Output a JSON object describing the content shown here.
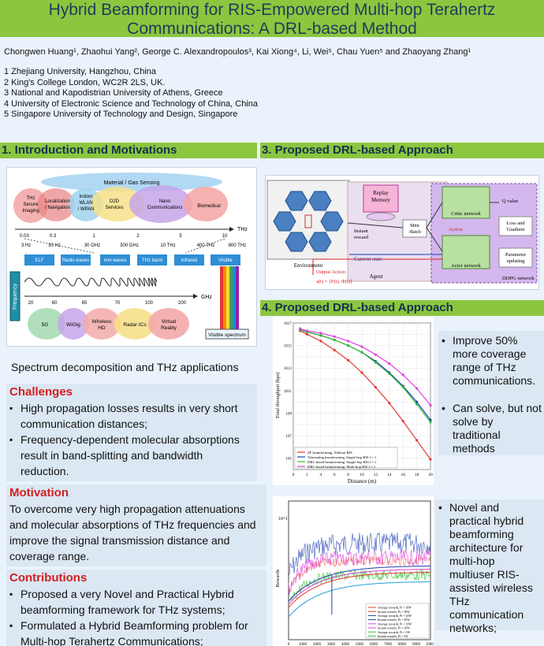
{
  "title": {
    "line1": "Hybrid Beamforming for RIS-Empowered Multi-hop Terahertz",
    "line2": "Communications: A DRL-based Method"
  },
  "authors": "Chongwen Huang¹, Zhaohui Yang², George C. Alexandropoulos³, Kai Xiong⁴, Li, Wei⁵, Chau Yuen⁵ and Zhaoyang Zhang¹",
  "affiliations": [
    "1 Zhejiang University, Hangzhou, China",
    "2 King's College London, WC2R 2LS, UK.",
    "3 National and Kapodistrian University of Athens, Greece",
    "4 University of Electronic Science and Technology of China, China",
    "5 Singapore University of Technology and Design, Singapore"
  ],
  "sections": {
    "s1": "1. Introduction  and  Motivations",
    "s3": "3. Proposed DRL-based Approach",
    "s4": "4. Proposed DRL-based Approach"
  },
  "spectrum_figure": {
    "top_label": "Material / Gas Sensing",
    "apps_top": [
      "THz Secure Imaging",
      "Localization / Navigation",
      "Indoor WLAN / WPAN",
      "D2D Services",
      "Nano Communications",
      "Biomedical"
    ],
    "thz_axis": "THz",
    "thz_ticks": [
      "0.03",
      "0.3",
      "1",
      "2",
      "5",
      "10"
    ],
    "freq_labels": [
      "3 Hz",
      "30 Hz",
      "30 GHz",
      "300 GHz",
      "10 THz",
      "400 THz",
      "800 THz"
    ],
    "bands": [
      "ELF",
      "Radio waves",
      "mm waves",
      "THz band",
      "Infrared",
      "Visible"
    ],
    "frequency_label": "Frequency",
    "ghz_ticks": [
      "20",
      "60",
      "65",
      "70",
      "100",
      "200"
    ],
    "ghz_axis": "GHz",
    "apps_bottom": [
      "5G",
      "WiGig",
      "Wireless HD",
      "Radar ICs",
      "Virtual Reality"
    ],
    "visible_label": "Visible spectrum"
  },
  "caption": "Spectrum decomposition and THz applications",
  "challenges": {
    "heading": "Challenges",
    "items": [
      "High propagation losses results in very short communication distances;",
      "Frequency-dependent molecular absorptions result in band-splitting and bandwidth reduction."
    ]
  },
  "motivation": {
    "heading": "Motivation",
    "text": "To overcome very high propagation attenuations and molecular absorptions of THz frequencies and improve the signal transmission distance and coverage range."
  },
  "contributions": {
    "heading": "Contributions",
    "items": [
      "Proposed a very Novel and Practical Hybrid beamforming framework for THz systems;",
      "Formulated a Hybrid Beamforming problem for Multi-hop Terahertz Communications;"
    ]
  },
  "drl_diagram": {
    "replay_memory": "Replay Memory",
    "mini_batch": "Mini -Batch",
    "critic": "Critic network",
    "actor": "Actor network",
    "q_value": "Q value",
    "loss": "Loss and Gradient",
    "param": "Parameter updating",
    "action": "Action",
    "instant_reward": "Instant reward",
    "current_state": "Current state",
    "output_action": "Output Action",
    "action_formula": "a(t) = {F(t), Φ(t)}",
    "environment": "Environment",
    "agent": "Agent",
    "ddpg": "DDPG network"
  },
  "side1": [
    "Improve 50% more coverage range of THz communications.",
    "Can solve, but not solve by traditional methods"
  ],
  "side2": [
    "Novel and practical hybrid beamforming architecture for multi-hop multiuser RIS-assisted wireless THz communication networks;"
  ],
  "colors": {
    "header_green": "#8cc63f",
    "title_text": "#1e3c5a",
    "heading_red": "#d32020",
    "panel_blue": "#dbe7f3"
  },
  "chart_data": [
    {
      "type": "line",
      "xlabel": "Distance (m)",
      "ylabel": "Total throughput (bps)",
      "ylim_log10": [
        4,
        17
      ],
      "x": [
        1,
        2,
        4,
        6,
        8,
        10,
        12,
        14,
        16,
        18,
        20
      ],
      "series": [
        {
          "name": "ZF beamforming, Without RIS",
          "color": "#e53935",
          "log10_values": [
            16.3,
            16.0,
            15.4,
            14.6,
            13.7,
            12.6,
            11.3,
            9.9,
            8.3,
            6.6,
            4.9
          ]
        },
        {
          "name": "Alternating beamforming, Single-hop RIS l = 1",
          "color": "#1f3fb4",
          "log10_values": [
            16.4,
            16.2,
            15.9,
            15.5,
            15.0,
            14.4,
            13.6,
            12.6,
            11.4,
            10.0,
            8.4
          ]
        },
        {
          "name": "DRL-based beamforming, Single-hop RIS l = 1",
          "color": "#2fbf2f",
          "log10_values": [
            16.4,
            16.2,
            15.9,
            15.5,
            15.0,
            14.4,
            13.5,
            12.5,
            11.3,
            9.8,
            8.2
          ]
        },
        {
          "name": "DRL-based beamforming, Multi-hop RIS l = 2",
          "color": "#e040e0",
          "log10_values": [
            16.5,
            16.3,
            16.1,
            15.8,
            15.4,
            14.9,
            14.2,
            13.4,
            12.4,
            11.2,
            9.7
          ]
        }
      ],
      "tick_labels_y": [
        "10^17",
        "10^15",
        "10^13",
        "10^11",
        "10^9",
        "10^7",
        "10^5"
      ],
      "tick_labels_x": [
        "0",
        "2",
        "4",
        "6",
        "8",
        "10",
        "12",
        "14",
        "16",
        "18",
        "20"
      ]
    },
    {
      "type": "line",
      "xlabel": "",
      "ylabel": "Rewards",
      "xlim": [
        0,
        10000
      ],
      "tick_labels_x": [
        "0",
        "1000",
        "2000",
        "3000",
        "4000",
        "5000",
        "6000",
        "7000",
        "8000",
        "9000",
        "10000"
      ],
      "tick_label_y": "10^1",
      "series": [
        {
          "name": "Average rewards, Pt = 30W",
          "color": "#e53935"
        },
        {
          "name": "Instant rewards, Pt = 30W",
          "color": "#e53935"
        },
        {
          "name": "Average rewards, Pt = 20W",
          "color": "#1f3fb4"
        },
        {
          "name": "Instant rewards, Pt = 20W",
          "color": "#1f3fb4"
        },
        {
          "name": "Average rewards, Pt = 10W",
          "color": "#e040e0"
        },
        {
          "name": "Instant rewards, Pt = 10W",
          "color": "#e040e0"
        },
        {
          "name": "Average rewards, Pt = 5W",
          "color": "#2fbf2f"
        },
        {
          "name": "Instant rewards, Pt = 5W",
          "color": "#2fbf2f"
        }
      ]
    }
  ]
}
